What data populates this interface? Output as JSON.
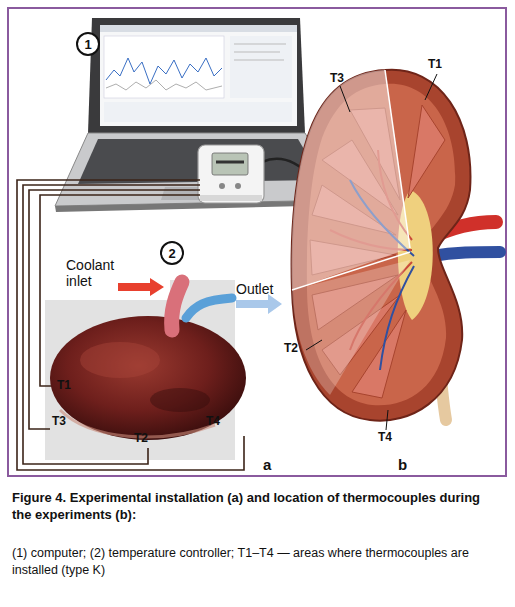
{
  "diagram": {
    "caption": "Figure 4. Experimental installation (a) and location of thermocouples during the experiments (b):",
    "nodes": [
      {
        "text": [
          "1"
        ]
      },
      {
        "text": [
          "2"
        ]
      }
    ],
    "labels": [
      "Coolant inlet",
      "Outlet",
      "T1",
      "T3",
      "T2",
      "T4",
      "a",
      "T1",
      "T3",
      "T2",
      "T4",
      "b",
      "(1) computer; (2) temperature controller; T1–T4 — areas where thermocouples are installed (type K)"
    ]
  }
}
